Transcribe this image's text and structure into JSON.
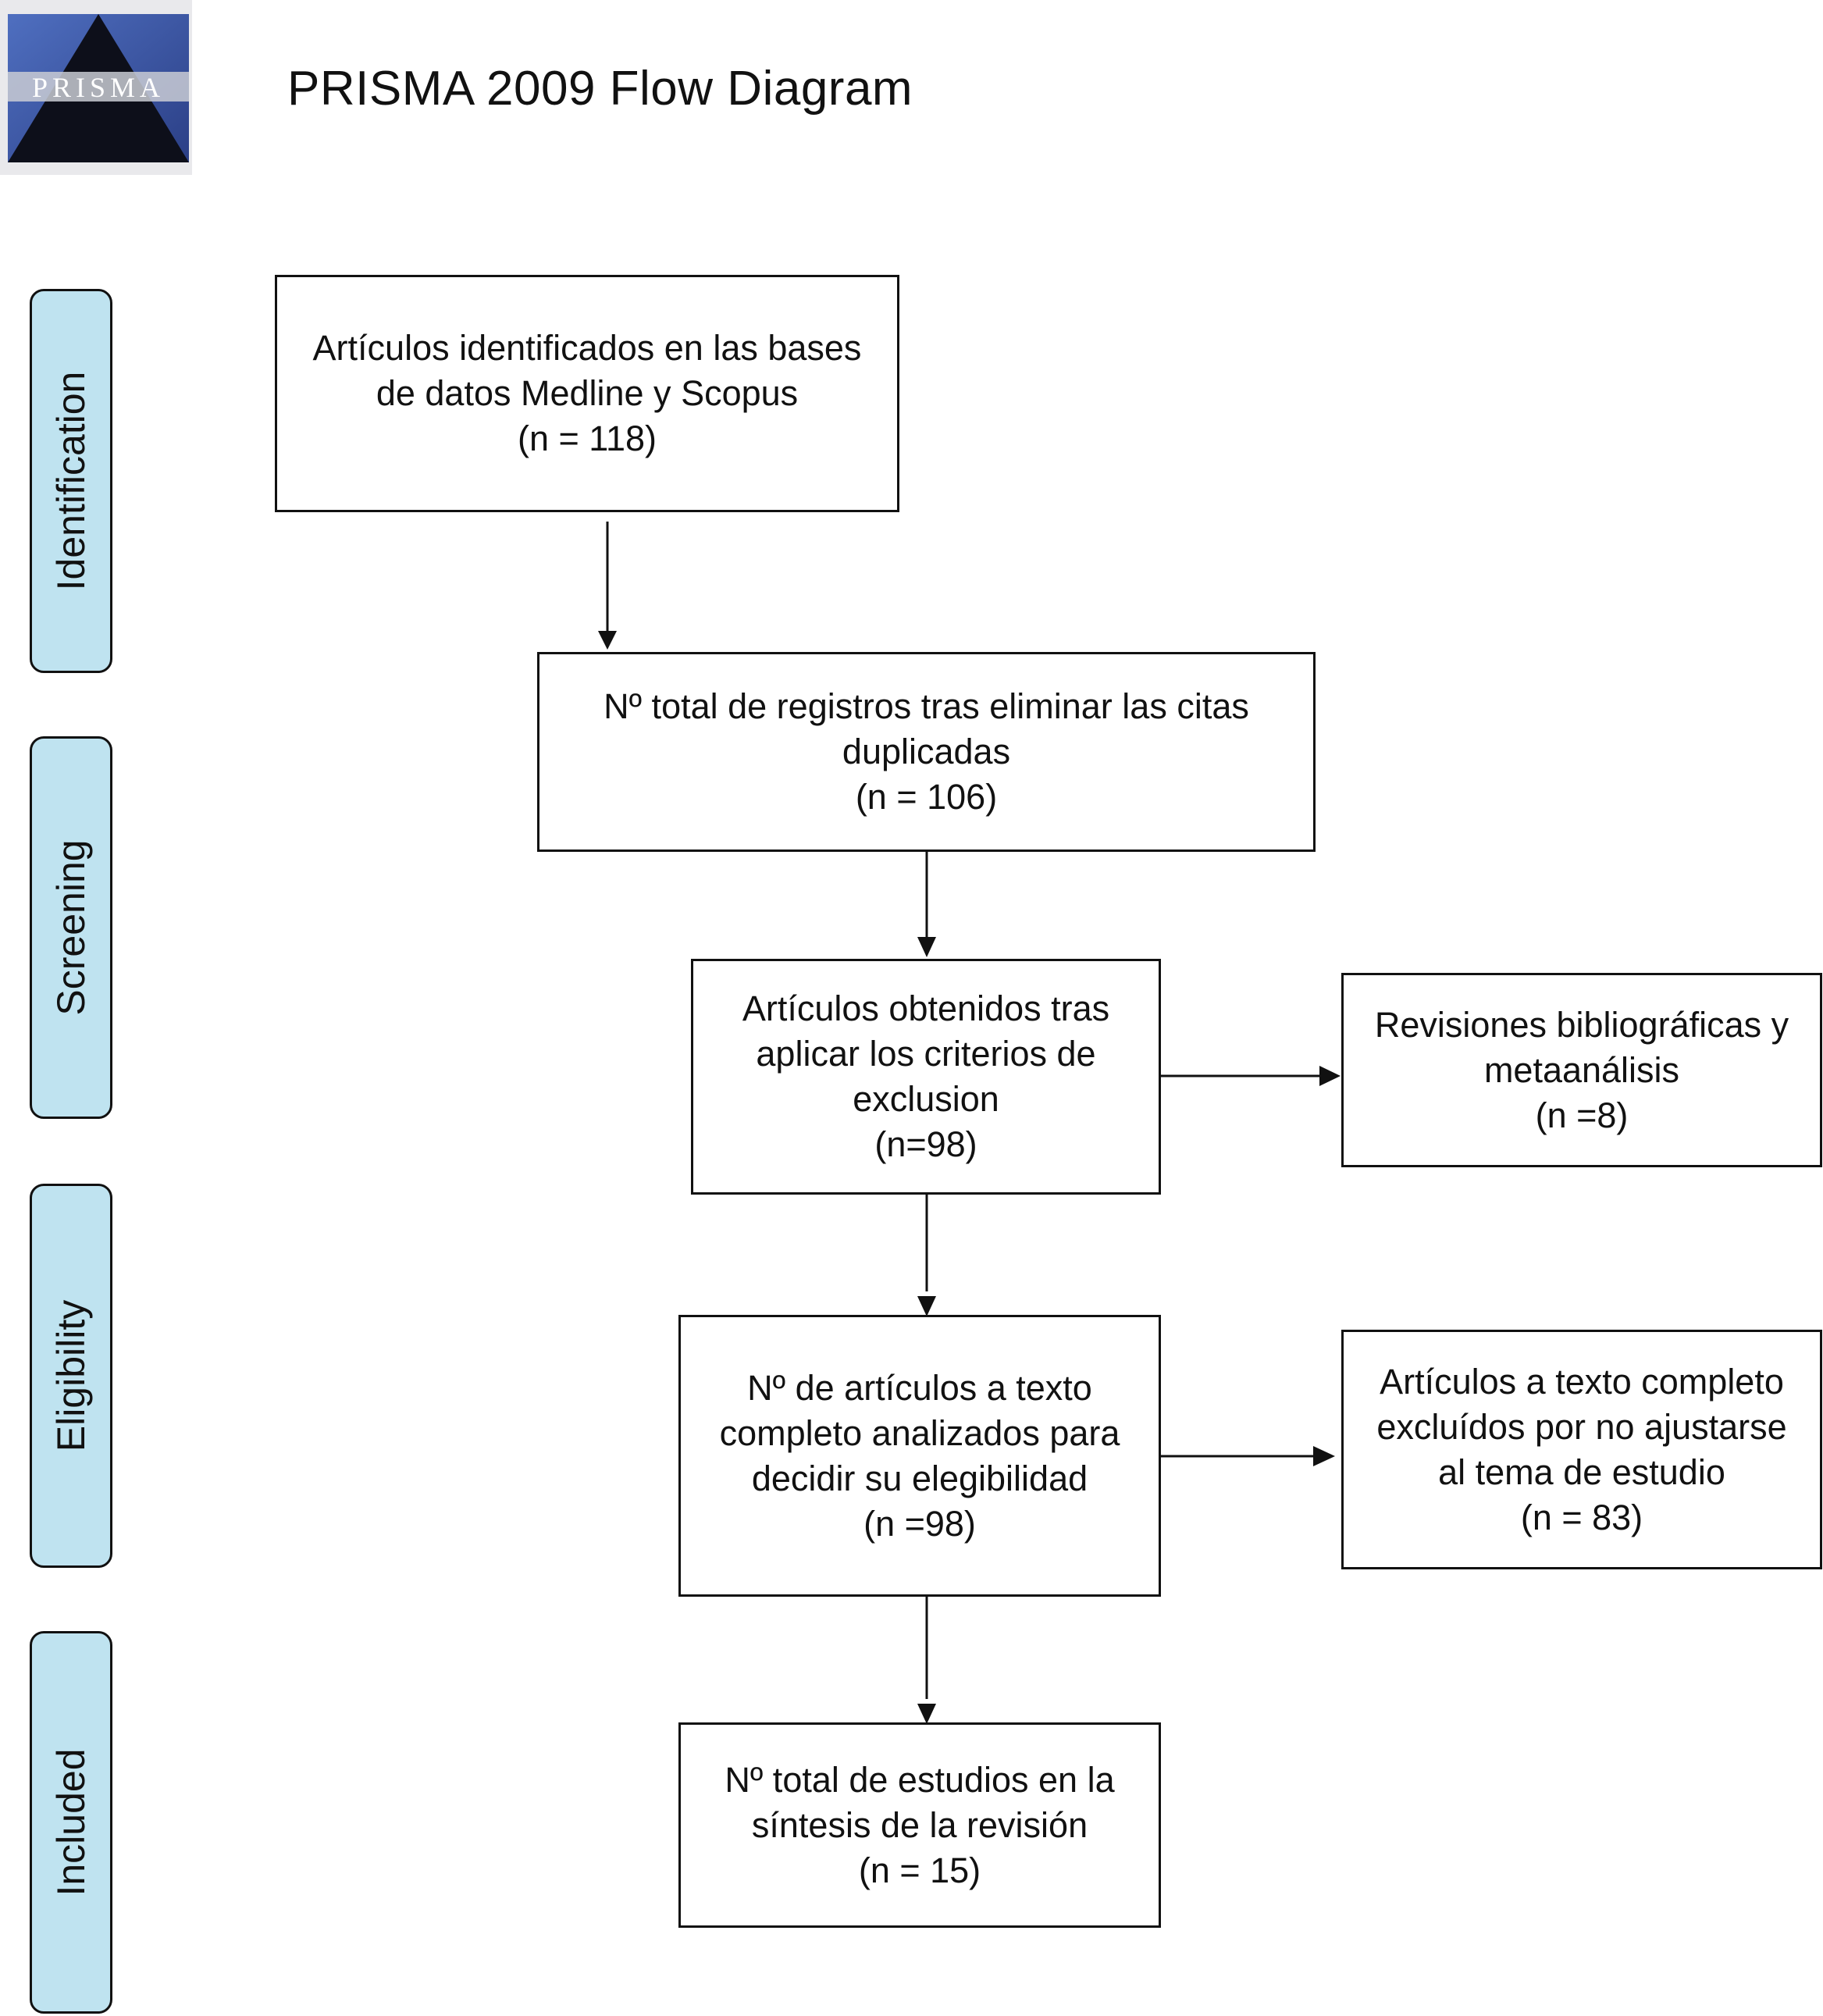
{
  "header": {
    "logo_text": "PRISMA",
    "title": "PRISMA 2009 Flow Diagram"
  },
  "stages": [
    "Identification",
    "Screening",
    "Eligibility",
    "Included"
  ],
  "boxes": {
    "identified": [
      "Artículos identificados en las bases",
      "de datos Medline y Scopus",
      "(n = 118)"
    ],
    "deduplicated": [
      "Nº total de registros tras eliminar las citas",
      "duplicadas",
      "(n = 106)"
    ],
    "screened": [
      "Artículos obtenidos tras",
      "aplicar los criterios de",
      "exclusion",
      "(n=98)"
    ],
    "reviews_excluded": [
      "Revisiones bibliográficas y",
      "metaanálisis",
      "(n =8)"
    ],
    "fulltext_assessed": [
      "Nº de artículos a texto",
      "completo analizados para",
      "decidir su elegibilidad",
      "(n =98)"
    ],
    "fulltext_excluded": [
      "Artículos a texto completo",
      "excluídos por no ajustarse",
      "al tema de estudio",
      "(n = 83)"
    ],
    "included": [
      "Nº total de estudios en la",
      "síntesis de la revisión",
      "(n = 15)"
    ]
  }
}
